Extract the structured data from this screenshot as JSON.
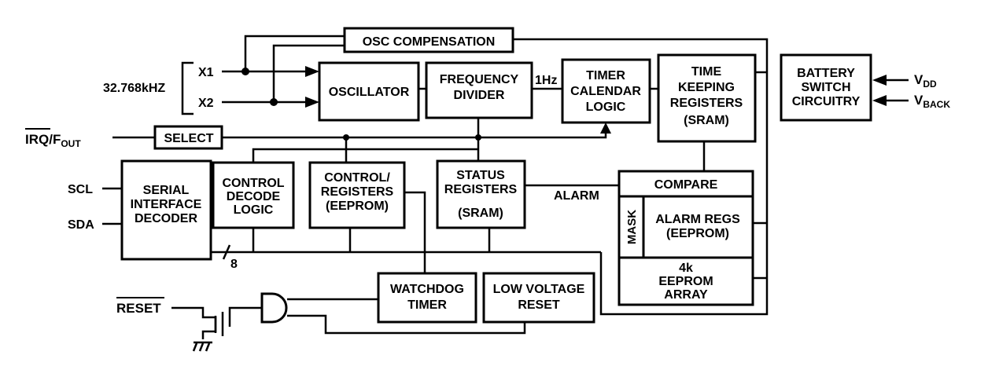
{
  "blocks": {
    "osc_comp": [
      "OSC COMPENSATION"
    ],
    "oscillator": [
      "OSCILLATOR"
    ],
    "freq_div": [
      "FREQUENCY",
      "DIVIDER"
    ],
    "timer_cal": [
      "TIMER",
      "CALENDAR",
      "LOGIC"
    ],
    "timekeeping": [
      "TIME",
      "KEEPING",
      "REGISTERS",
      "(SRAM)"
    ],
    "battery": [
      "BATTERY",
      "SWITCH",
      "CIRCUITRY"
    ],
    "select": [
      "SELECT"
    ],
    "serial": [
      "SERIAL",
      "INTERFACE",
      "DECODER"
    ],
    "ctrl_decode": [
      "CONTROL",
      "DECODE",
      "LOGIC"
    ],
    "ctrl_regs": [
      "CONTROL/",
      "REGISTERS",
      "(EEPROM)"
    ],
    "status": [
      "STATUS",
      "REGISTERS",
      "(SRAM)"
    ],
    "compare": [
      "COMPARE"
    ],
    "mask": [
      "MASK"
    ],
    "alarm_regs": [
      "ALARM REGS",
      "(EEPROM)"
    ],
    "eeprom": [
      "4k",
      "EEPROM",
      "ARRAY"
    ],
    "watchdog": [
      "WATCHDOG",
      "TIMER"
    ],
    "lvr": [
      "LOW VOLTAGE",
      "RESET"
    ]
  },
  "labels": {
    "freq": "32.768kHZ",
    "x1": "X1",
    "x2": "X2",
    "one_hz": "1Hz",
    "alarm": "ALARM",
    "scl": "SCL",
    "sda": "SDA",
    "bus_width": "8",
    "irq": "IRQ",
    "fout_f": "/F",
    "fout_sub": "OUT",
    "reset": "RESET",
    "vdd_v": "V",
    "vdd_sub": "DD",
    "vback_v": "V",
    "vback_sub": "BACK"
  }
}
